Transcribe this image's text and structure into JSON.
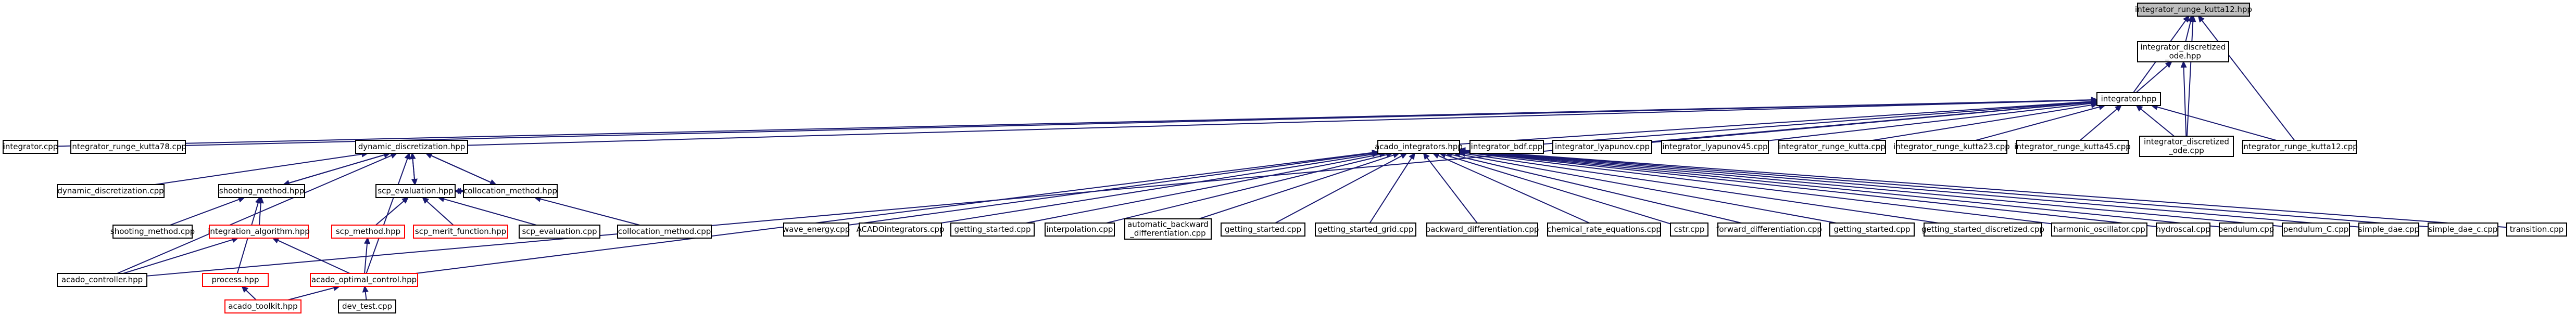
{
  "nodes": [
    {
      "id": "n0",
      "lines": [
        "integrator_runge_kutta12.hpp"
      ],
      "root": true
    },
    {
      "id": "n1",
      "lines": [
        "integrator_discretized",
        "_ode.hpp"
      ]
    },
    {
      "id": "n2",
      "lines": [
        "integrator.hpp"
      ]
    },
    {
      "id": "n3",
      "lines": [
        "integrator.cpp"
      ]
    },
    {
      "id": "n4",
      "lines": [
        "integrator_runge_kutta78.cpp"
      ]
    },
    {
      "id": "n5",
      "lines": [
        "dynamic_discretization.hpp"
      ]
    },
    {
      "id": "n6",
      "lines": [
        "acado_integrators.hpp"
      ]
    },
    {
      "id": "n7",
      "lines": [
        "integrator_bdf.cpp"
      ]
    },
    {
      "id": "n8",
      "lines": [
        "integrator_lyapunov.cpp"
      ]
    },
    {
      "id": "n9",
      "lines": [
        "integrator_lyapunov45.cpp"
      ]
    },
    {
      "id": "n10",
      "lines": [
        "integrator_runge_kutta.cpp"
      ]
    },
    {
      "id": "n11",
      "lines": [
        "integrator_runge_kutta23.cpp"
      ]
    },
    {
      "id": "n12",
      "lines": [
        "integrator_runge_kutta45.cpp"
      ]
    },
    {
      "id": "n13",
      "lines": [
        "integrator_discretized",
        "_ode.cpp"
      ]
    },
    {
      "id": "n14",
      "lines": [
        "integrator_runge_kutta12.cpp"
      ]
    },
    {
      "id": "n15",
      "lines": [
        "dynamic_discretization.cpp"
      ]
    },
    {
      "id": "n16",
      "lines": [
        "shooting_method.hpp"
      ]
    },
    {
      "id": "n17",
      "lines": [
        "scp_evaluation.hpp"
      ]
    },
    {
      "id": "n18",
      "lines": [
        "collocation_method.hpp"
      ]
    },
    {
      "id": "n19",
      "lines": [
        "shooting_method.cpp"
      ]
    },
    {
      "id": "n20",
      "lines": [
        "integration_algorithm.hpp"
      ],
      "red": true
    },
    {
      "id": "n21",
      "lines": [
        "scp_method.hpp"
      ],
      "red": true
    },
    {
      "id": "n22",
      "lines": [
        "scp_merit_function.hpp"
      ],
      "red": true
    },
    {
      "id": "n23",
      "lines": [
        "scp_evaluation.cpp"
      ]
    },
    {
      "id": "n24",
      "lines": [
        "collocation_method.cpp"
      ]
    },
    {
      "id": "n25",
      "lines": [
        "acado_controller.hpp"
      ]
    },
    {
      "id": "n26",
      "lines": [
        "process.hpp"
      ],
      "red": true
    },
    {
      "id": "n27",
      "lines": [
        "acado_optimal_control.hpp"
      ],
      "red": true
    },
    {
      "id": "n28",
      "lines": [
        "acado_toolkit.hpp"
      ],
      "red": true
    },
    {
      "id": "n29",
      "lines": [
        "dev_test.cpp"
      ]
    },
    {
      "id": "n30",
      "lines": [
        "wave_energy.cpp"
      ]
    },
    {
      "id": "n31",
      "lines": [
        "ACADOintegrators.cpp"
      ]
    },
    {
      "id": "n32",
      "lines": [
        "getting_started.cpp"
      ]
    },
    {
      "id": "n33",
      "lines": [
        "interpolation.cpp"
      ]
    },
    {
      "id": "n34",
      "lines": [
        "automatic_backward",
        "_differentiation.cpp"
      ]
    },
    {
      "id": "n35",
      "lines": [
        "getting_started.cpp"
      ]
    },
    {
      "id": "n36",
      "lines": [
        "getting_started_grid.cpp"
      ]
    },
    {
      "id": "n37",
      "lines": [
        "backward_differentiation.cpp"
      ]
    },
    {
      "id": "n38",
      "lines": [
        "chemical_rate_equations.cpp"
      ]
    },
    {
      "id": "n39",
      "lines": [
        "cstr.cpp"
      ]
    },
    {
      "id": "n40",
      "lines": [
        "forward_differentiation.cpp"
      ]
    },
    {
      "id": "n41",
      "lines": [
        "getting_started.cpp"
      ]
    },
    {
      "id": "n42",
      "lines": [
        "getting_started_discretized.cpp"
      ]
    },
    {
      "id": "n43",
      "lines": [
        "harmonic_oscillator.cpp"
      ]
    },
    {
      "id": "n44",
      "lines": [
        "hydroscal.cpp"
      ]
    },
    {
      "id": "n45",
      "lines": [
        "pendulum.cpp"
      ]
    },
    {
      "id": "n46",
      "lines": [
        "pendulum_C.cpp"
      ]
    },
    {
      "id": "n47",
      "lines": [
        "simple_dae.cpp"
      ]
    },
    {
      "id": "n48",
      "lines": [
        "simple_dae_c.cpp"
      ]
    },
    {
      "id": "n49",
      "lines": [
        "transition.cpp"
      ]
    }
  ],
  "edges": [
    [
      "n0",
      "n1"
    ],
    [
      "n0",
      "n2"
    ],
    [
      "n0",
      "n13"
    ],
    [
      "n0",
      "n14"
    ],
    [
      "n1",
      "n2"
    ],
    [
      "n1",
      "n13"
    ],
    [
      "n2",
      "n3"
    ],
    [
      "n2",
      "n4"
    ],
    [
      "n2",
      "n5"
    ],
    [
      "n2",
      "n6"
    ],
    [
      "n2",
      "n7"
    ],
    [
      "n2",
      "n8"
    ],
    [
      "n2",
      "n9"
    ],
    [
      "n2",
      "n10"
    ],
    [
      "n2",
      "n11"
    ],
    [
      "n2",
      "n12"
    ],
    [
      "n2",
      "n13"
    ],
    [
      "n2",
      "n14"
    ],
    [
      "n2",
      "n25"
    ],
    [
      "n5",
      "n15"
    ],
    [
      "n5",
      "n16"
    ],
    [
      "n5",
      "n17"
    ],
    [
      "n5",
      "n18"
    ],
    [
      "n5",
      "n25"
    ],
    [
      "n5",
      "n27"
    ],
    [
      "n16",
      "n5"
    ],
    [
      "n16",
      "n19"
    ],
    [
      "n16",
      "n20"
    ],
    [
      "n16",
      "n26"
    ],
    [
      "n17",
      "n5"
    ],
    [
      "n17",
      "n21"
    ],
    [
      "n17",
      "n22"
    ],
    [
      "n17",
      "n23"
    ],
    [
      "n17",
      "n18"
    ],
    [
      "n18",
      "n5"
    ],
    [
      "n18",
      "n17"
    ],
    [
      "n18",
      "n24"
    ],
    [
      "n20",
      "n25"
    ],
    [
      "n20",
      "n27"
    ],
    [
      "n21",
      "n27"
    ],
    [
      "n26",
      "n28"
    ],
    [
      "n27",
      "n28"
    ],
    [
      "n27",
      "n29"
    ],
    [
      "n6",
      "n27"
    ],
    [
      "n6",
      "n30"
    ],
    [
      "n6",
      "n31"
    ],
    [
      "n6",
      "n32"
    ],
    [
      "n6",
      "n33"
    ],
    [
      "n6",
      "n34"
    ],
    [
      "n6",
      "n35"
    ],
    [
      "n6",
      "n36"
    ],
    [
      "n6",
      "n37"
    ],
    [
      "n6",
      "n38"
    ],
    [
      "n6",
      "n39"
    ],
    [
      "n6",
      "n40"
    ],
    [
      "n6",
      "n41"
    ],
    [
      "n6",
      "n42"
    ],
    [
      "n6",
      "n43"
    ],
    [
      "n6",
      "n44"
    ],
    [
      "n6",
      "n45"
    ],
    [
      "n6",
      "n46"
    ],
    [
      "n6",
      "n47"
    ],
    [
      "n6",
      "n48"
    ],
    [
      "n6",
      "n49"
    ]
  ]
}
